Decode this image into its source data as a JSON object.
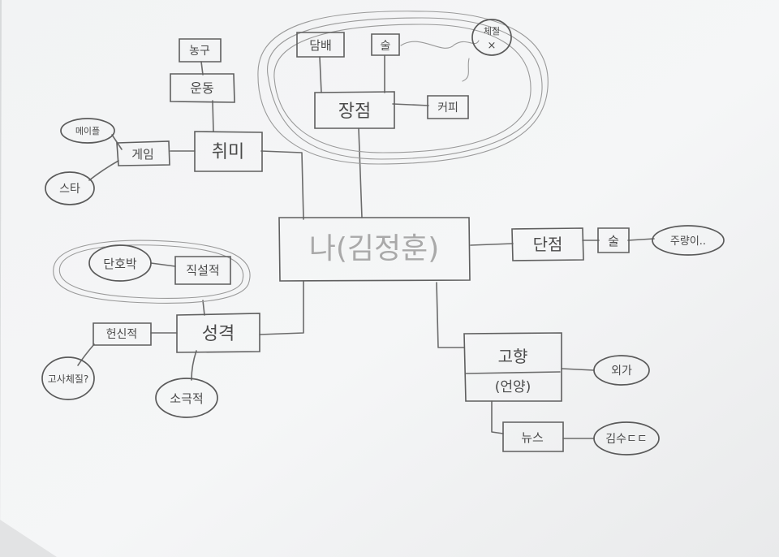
{
  "center": {
    "label": "나(김정훈)"
  },
  "hobby": {
    "label": "취미",
    "sports": "운동",
    "basketball": "농구",
    "game": "게임",
    "game_items": [
      "메이플",
      "스타"
    ]
  },
  "strengths": {
    "label": "장점",
    "items": [
      "담배",
      "술",
      "커피"
    ],
    "note": "체질"
  },
  "weakness": {
    "label": "단점",
    "item": "술",
    "note": "주량이.."
  },
  "personality": {
    "label": "성격",
    "straightforward": "직설적",
    "decisive": "단호박",
    "devoted": "헌신적",
    "devoted_note": "고사체질?",
    "passive": "소극적"
  },
  "hometown": {
    "label": "고향",
    "place": "(언양)",
    "foreign": "외가",
    "news": "뉴스",
    "news_note": "김수ㄷㄷ"
  },
  "colors": {
    "paper": "#f4f5f6",
    "pencil": "#5f5f5f"
  }
}
